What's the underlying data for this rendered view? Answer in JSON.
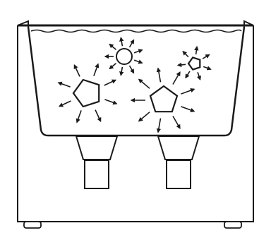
{
  "figure": {
    "subject": "ultrasonic-cleaning-tank",
    "colors": {
      "ink": "#1a1a1a",
      "paper": "#ffffff"
    },
    "icons": [
      "tank-icon",
      "liquid-surface-icon",
      "transducer-icon",
      "bubble-icon",
      "cavitation-ray-icon",
      "foot-icon"
    ],
    "bubbles": [
      {
        "id": "bubble-small-top",
        "shape": "circle"
      },
      {
        "id": "bubble-pentagon-right-small",
        "shape": "pentagon"
      },
      {
        "id": "bubble-pentagon-left",
        "shape": "pentagon"
      },
      {
        "id": "bubble-pentagon-center",
        "shape": "pentagon"
      }
    ]
  }
}
